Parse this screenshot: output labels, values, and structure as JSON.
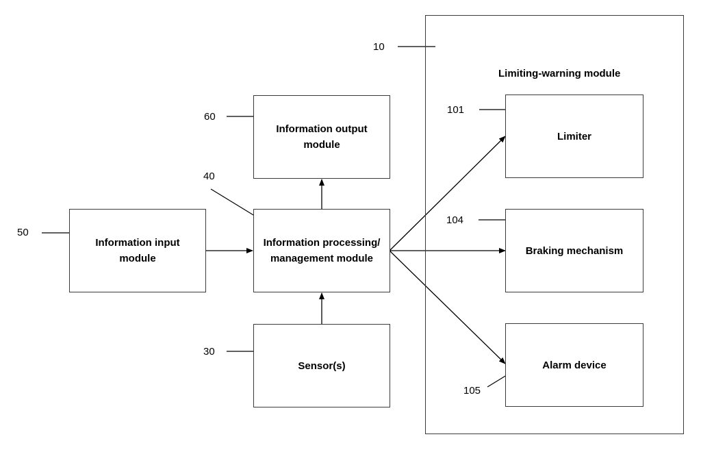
{
  "boundary": {
    "ref": "10",
    "title": "Limiting-warning module"
  },
  "modules": {
    "info_output": {
      "ref": "60",
      "label": "Information output\nmodule"
    },
    "info_input": {
      "ref": "50",
      "label": "Information input\nmodule"
    },
    "info_processing": {
      "ref": "40",
      "label": "Information processing/\nmanagement module"
    },
    "sensor": {
      "ref": "30",
      "label": "Sensor(s)"
    },
    "limiter": {
      "ref": "101",
      "label": "Limiter"
    },
    "braking": {
      "ref": "104",
      "label": "Braking mechanism"
    },
    "alarm": {
      "ref": "105",
      "label": "Alarm device"
    }
  },
  "colors": {
    "line": "#000000",
    "border": "#3a3a3a",
    "background": "#ffffff"
  }
}
